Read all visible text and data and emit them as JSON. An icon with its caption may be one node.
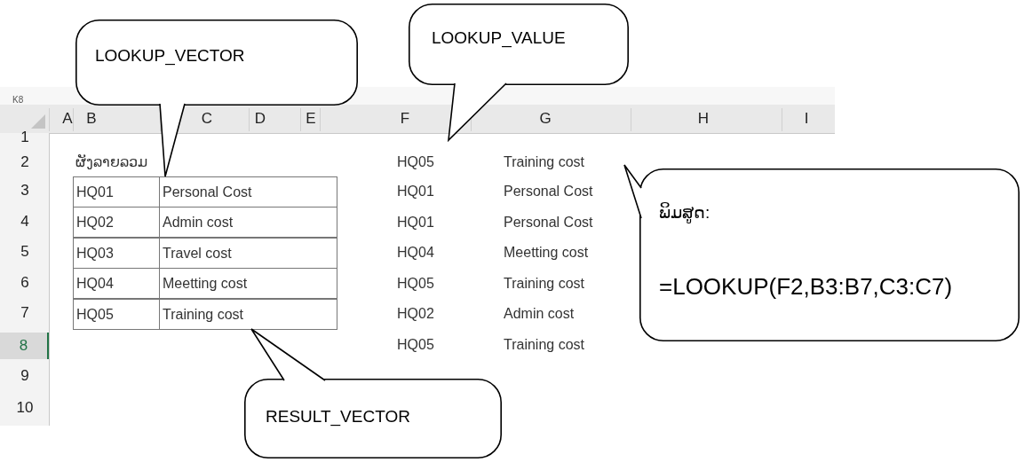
{
  "diagram": {
    "nodes": [
      {
        "text": [
          "LOOKUP_VECTOR"
        ]
      },
      {
        "text": [
          "LOOKUP_VALUE"
        ]
      },
      {
        "text": [
          "ພິມສູດ:",
          "=LOOKUP(F2,B3:B7,C3:C7)"
        ]
      },
      {
        "text": [
          "RESULT_VECTOR"
        ]
      }
    ],
    "labels": [
      "K8",
      "A",
      "B",
      "C",
      "D",
      "E",
      "F",
      "G",
      "H",
      "I",
      "1",
      "2",
      "ຜັງລາຍລວມ",
      "HQ05",
      "Training cost",
      "3",
      "HQ01",
      "Personal Cost",
      "HQ01",
      "Personal Cost",
      "4",
      "HQ02",
      "Admin cost",
      "HQ01",
      "Personal Cost",
      "5",
      "HQ03",
      "Travel cost",
      "HQ04",
      "Meetting cost",
      "6",
      "HQ04",
      "Meetting cost",
      "HQ05",
      "Training cost",
      "7",
      "HQ05",
      "Training cost",
      "HQ02",
      "Admin cost",
      "8",
      "HQ05",
      "Training cost",
      "9",
      "10"
    ]
  }
}
